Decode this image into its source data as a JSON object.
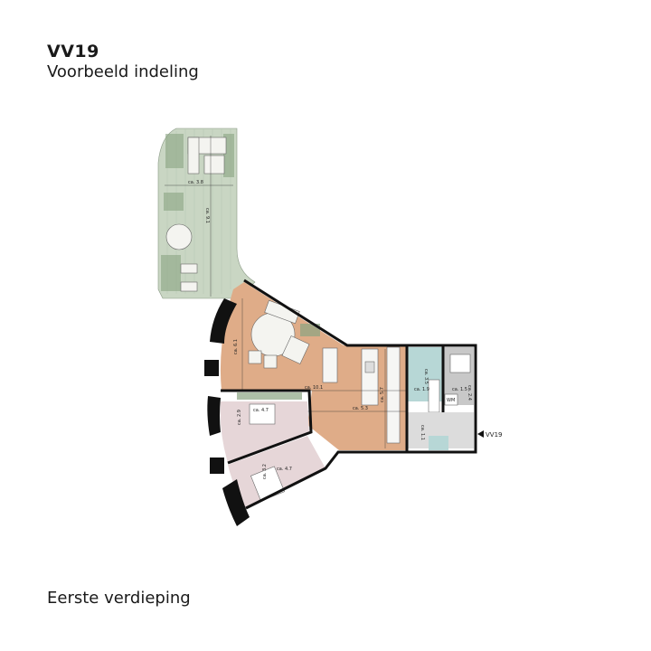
{
  "header": {
    "unit_code": "VV19",
    "subtitle": "Voorbeeld indeling"
  },
  "footer": {
    "floor_label": "Eerste verdieping"
  },
  "plan": {
    "entrance_label": "VV19",
    "dimensions": {
      "terrace_width": "ca. 3.8",
      "terrace_length": "ca. 9.1",
      "living_depth": "ca. 6.1",
      "living_width": "ca. 10.1",
      "living_lower_width": "ca. 5.3",
      "kitchen_depth": "ca. 5.7",
      "bath_width": "ca. 1.9",
      "bath_depth": "ca. 3.5",
      "utility_width": "ca. 1.5",
      "utility_depth": "ca. 2.4",
      "hall_depth": "ca. 1.1",
      "bedroom1_width": "ca. 4.7",
      "bedroom1_depth": "ca. 2.9",
      "bedroom2_width": "ca. 4.7",
      "bedroom2_depth": "ca. 3.2"
    },
    "labels": {
      "washing_machine": "WM"
    },
    "colors": {
      "terrace": "#c9d6c3",
      "living": "#dfac88",
      "bedroom": "#e6d6d8",
      "bathroom": "#b7d7d6",
      "hall": "#dcdcdc",
      "utility": "#c8c8c8",
      "wall": "#111111"
    }
  }
}
